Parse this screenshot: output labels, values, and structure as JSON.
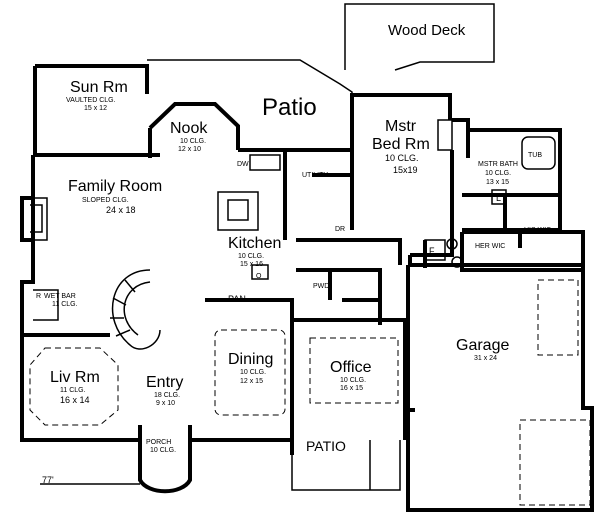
{
  "rooms": {
    "wood_deck": {
      "name": "Wood Deck"
    },
    "patio_top": {
      "name": "Patio"
    },
    "sun_rm": {
      "name": "Sun Rm",
      "ceiling": "VAULTED CLG.",
      "size": "15 x 12"
    },
    "nook": {
      "name": "Nook",
      "ceiling": "10 CLG.",
      "size": "12 x 10"
    },
    "mstr_bed": {
      "name_line1": "Mstr",
      "name_line2": "Bed Rm",
      "ceiling": "10 CLG.",
      "size": "15x19"
    },
    "mstr_bath": {
      "name": "MSTR BATH",
      "ceiling": "10 CLG.",
      "size": "13 x 15"
    },
    "tub": {
      "name": "TUB"
    },
    "his_wic": {
      "name": "HIS WIC"
    },
    "her_wic": {
      "name": "HER WIC"
    },
    "family_room": {
      "name": "Family Room",
      "ceiling": "SLOPED CLG.",
      "size": "24 x 18"
    },
    "kitchen": {
      "name": "Kitchen",
      "ceiling": "10 CLG.",
      "size": "15 x 16"
    },
    "dw": {
      "name": "DW"
    },
    "utility": {
      "name": "UTILITY"
    },
    "pan": {
      "name": "PAN"
    },
    "pwd": {
      "name": "PWD"
    },
    "wet_bar": {
      "name": "WET BAR",
      "ceiling": "11 CLG."
    },
    "liv_rm": {
      "name": "Liv Rm",
      "ceiling": "11 CLG.",
      "size": "16 x 14"
    },
    "dining": {
      "name": "Dining",
      "ceiling": "10 CLG.",
      "size": "12 x 15"
    },
    "entry": {
      "name": "Entry",
      "ceiling": "18 CLG.",
      "size": "9 x 10"
    },
    "porch": {
      "name": "PORCH",
      "ceiling": "10 CLG."
    },
    "office": {
      "name": "Office",
      "ceiling": "10 CLG.",
      "size": "16 x 15"
    },
    "patio_bottom": {
      "name": "PATIO"
    },
    "garage": {
      "name": "Garage",
      "size": "31 x 24"
    }
  },
  "symbols": {
    "fridge": "F",
    "dr": "DR",
    "linen": "L",
    "oven": "O",
    "pantry_r": "R"
  },
  "dimension": {
    "width_label": "77'"
  }
}
